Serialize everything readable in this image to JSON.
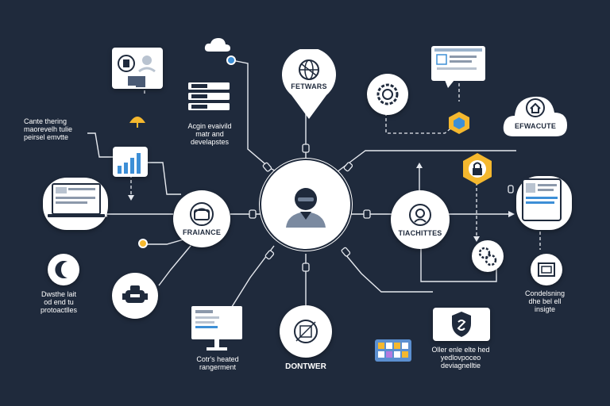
{
  "colors": {
    "background": "#1f2a3c",
    "node_fill": "#ffffff",
    "line": "#e6e9ef",
    "accent_yellow": "#f5b82e",
    "accent_blue": "#3d8fd6",
    "ink": "#1f2a3c"
  },
  "hub": {
    "icon": "person-avatar-icon"
  },
  "nodes": {
    "fetwars": {
      "label": "FETWARS",
      "icon": "globe-icon"
    },
    "fraiance": {
      "label": "FRAIANCE",
      "icon": "chest-icon"
    },
    "tiachittes": {
      "label": "TIACHITTES",
      "icon": "face-icon"
    },
    "dontwer": {
      "label": "DONTWER",
      "icon": "globe-icon"
    },
    "efwacute": {
      "label": "EFWACUTE",
      "icon": "house-icon"
    }
  },
  "captions": {
    "top_left": "Cante thering\nmaorevelh tulie\npeirsel emvtte",
    "mid_top": "Acgin evaivild\nmatr and\ndevelapstes",
    "left_bottom": "Dwsthe lait\nod end tu\nprotoactlles",
    "bottom_center": "Cotr's heated\nrangerment",
    "bottom_right": "Oller enle elte hed\nyedlovpoceo\ndeviagnelltie",
    "right": "Condelsning\ndhe bel ell\ninsigte"
  }
}
